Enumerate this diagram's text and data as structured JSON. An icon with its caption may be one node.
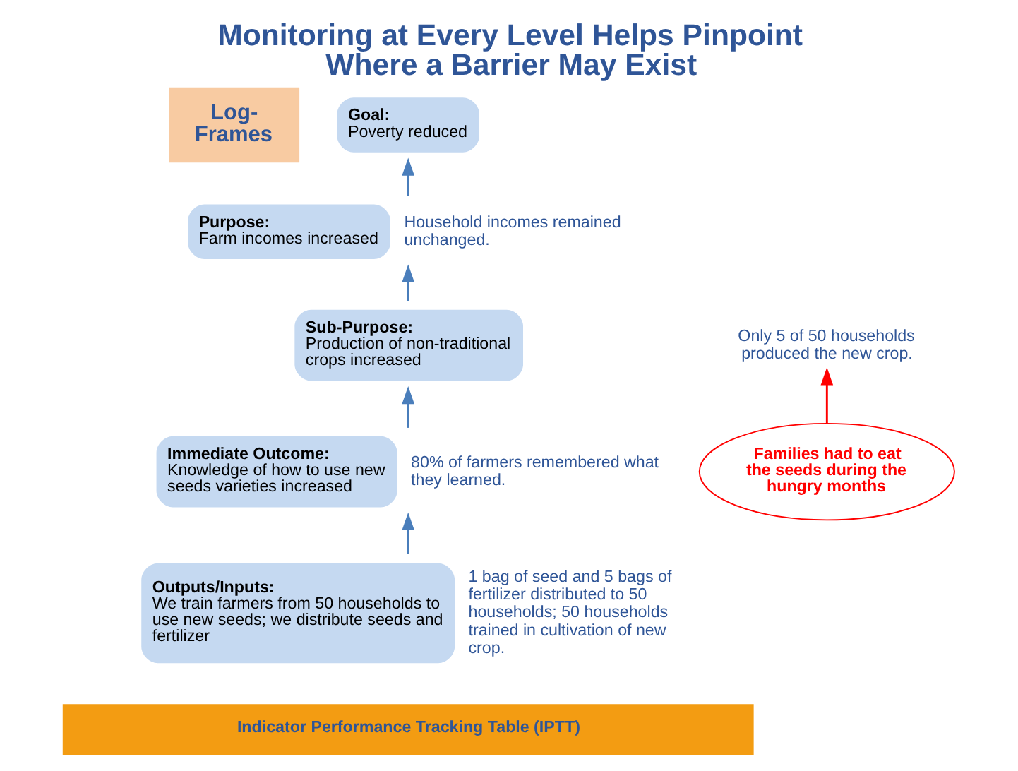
{
  "diagram": {
    "title": "Monitoring at Every Level Helps Pinpoint Where a Barrier May Exist",
    "nodes": [
      {
        "text": [
          "Log-Frames"
        ]
      },
      {
        "text": [
          "Goal:",
          "Poverty reduced"
        ]
      },
      {
        "text": [
          "Purpose:",
          "Farm incomes increased"
        ],
        "beside": [
          "Household incomes remained unchanged."
        ]
      },
      {
        "text": [
          "Sub-Purpose:",
          "Production of non-traditional crops increased"
        ]
      },
      {
        "text": [
          "Only 5 of 50 households produced the new crop."
        ]
      },
      {
        "text": [
          "Immediate Outcome:",
          "Knowledge of how to use new seeds varieties increased"
        ],
        "beside": [
          "80% of farmers remembered what they learned."
        ]
      },
      {
        "text": [
          "Outputs/Inputs:",
          "We train farmers from 50 households to use new seeds; we distribute seeds and fertilizer"
        ],
        "beside": [
          "1 bag of seed and 5 bags of fertilizer distributed to 50 households; 50 households trained in cultivation of new crop."
        ]
      },
      {
        "text": [
          "Families had to eat the seeds during the hungry months"
        ]
      },
      {
        "text": [
          "Indicator Performance Tracking Table (IPTT)"
        ]
      }
    ],
    "edges": [
      {
        "from": 6,
        "to": 5,
        "arrow": "to"
      },
      {
        "from": 5,
        "to": 3,
        "arrow": "to"
      },
      {
        "from": 3,
        "to": 2,
        "arrow": "to"
      },
      {
        "from": 2,
        "to": 1,
        "arrow": "to"
      },
      {
        "from": 7,
        "to": 4,
        "arrow": "to",
        "color": "#ff0000"
      }
    ]
  }
}
